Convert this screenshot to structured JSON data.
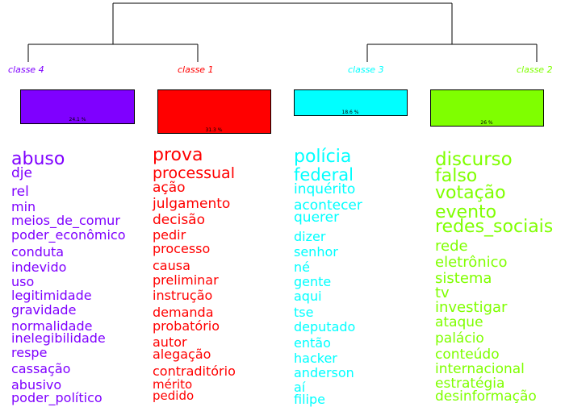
{
  "classes": [
    {
      "label": "classe  4",
      "color": "#7f00ff",
      "percent": "24.1 %",
      "words": [
        "abuso",
        "dje",
        "rel",
        "min",
        "meios_de_comur",
        "poder_econômico",
        "conduta",
        "indevido",
        "uso",
        "legitimidade",
        "gravidade",
        "normalidade",
        "inelegibilidade",
        "respe",
        "cassação",
        "abusivo",
        "poder_político"
      ]
    },
    {
      "label": "classe  1",
      "color": "#ff0000",
      "percent": "31.3 %",
      "words": [
        "prova",
        "processual",
        "ação",
        "julgamento",
        "decisão",
        "pedir",
        "processo",
        "causa",
        "preliminar",
        "instrução",
        "demanda",
        "probatório",
        "autor",
        "alegação",
        "contraditório",
        "mérito",
        "pedido"
      ]
    },
    {
      "label": "classe  3",
      "color": "#00ffff",
      "percent": "18.6 %",
      "words": [
        "polícia",
        "federal",
        "inquérito",
        "acontecer",
        "querer",
        "dizer",
        "senhor",
        "né",
        "gente",
        "aqui",
        "tse",
        "deputado",
        "então",
        "hacker",
        "anderson",
        "aí",
        "filipe"
      ]
    },
    {
      "label": "classe  2",
      "color": "#7fff00",
      "percent": "26 %",
      "words": [
        "discurso",
        "falso",
        "votação",
        "evento",
        "redes_sociais",
        "rede",
        "eletrônico",
        "sistema",
        "tv",
        "investigar",
        "ataque",
        "palácio",
        "conteúdo",
        "internacional",
        "estratégia",
        "desinformação"
      ]
    }
  ]
}
